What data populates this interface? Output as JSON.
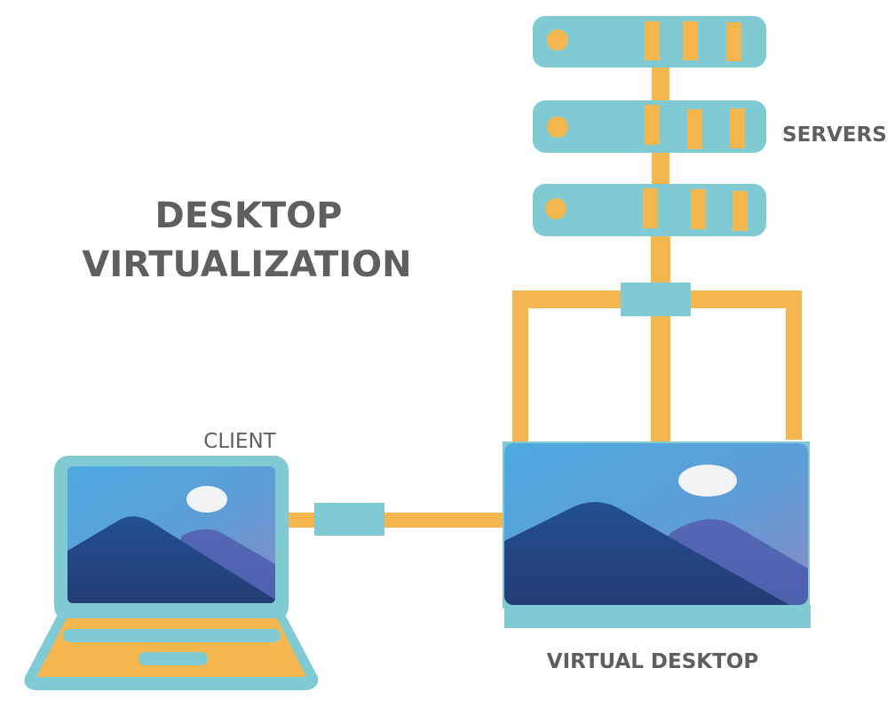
{
  "title": {
    "line1": "DESKTOP",
    "line2": "VIRTUALIZATION"
  },
  "labels": {
    "servers": "SERVERS",
    "client": "CLIENT",
    "virtual_desktop": "VIRTUAL DESKTOP"
  },
  "nodes": [
    {
      "id": "server-1",
      "type": "server",
      "icon": "server-icon"
    },
    {
      "id": "server-2",
      "type": "server",
      "icon": "server-icon"
    },
    {
      "id": "server-3",
      "type": "server",
      "icon": "server-icon"
    },
    {
      "id": "hub",
      "type": "connector"
    },
    {
      "id": "virtual-desktop",
      "type": "monitor",
      "icon": "monitor-icon"
    },
    {
      "id": "client",
      "type": "laptop",
      "icon": "laptop-icon"
    }
  ],
  "edges": [
    {
      "from": "server-1",
      "to": "server-2"
    },
    {
      "from": "server-2",
      "to": "server-3"
    },
    {
      "from": "server-3",
      "to": "hub"
    },
    {
      "from": "hub",
      "to": "virtual-desktop"
    },
    {
      "from": "virtual-desktop",
      "to": "client"
    }
  ],
  "colors": {
    "teal": "#80cbd3",
    "orange": "#f4b74f",
    "sky": "#4eaae0",
    "mountain_dark": "#233d7a",
    "mountain_light": "#5064b2",
    "moon": "#f2f3f5",
    "text": "#5f5f5f"
  }
}
